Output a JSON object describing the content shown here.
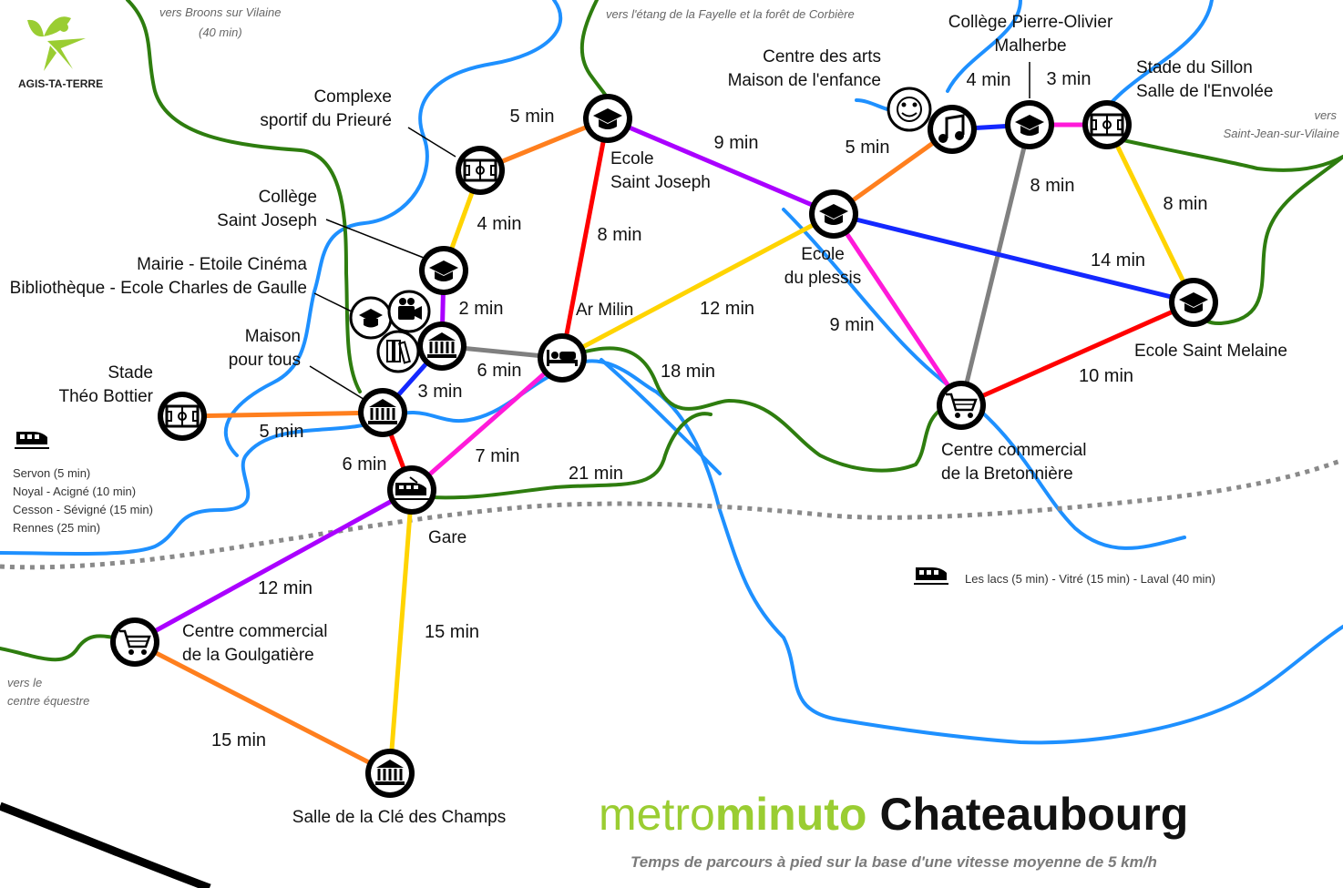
{
  "logo": {
    "text": "AGIS-TA-TERRE"
  },
  "title": {
    "metro": "metro",
    "minuto": "minuto",
    "city": "Chateaubourg"
  },
  "subtitle": "Temps de parcours à pied sur la base d'une vitesse moyenne de 5 km/h",
  "colors": {
    "red": "#ff0000",
    "orange": "#ff7f1e",
    "yellow": "#ffd400",
    "purple": "#aa00ff",
    "magenta": "#ff1ad9",
    "blue": "#1428ff",
    "grey": "#808080",
    "river": "#1e90ff",
    "greenway": "#2e7d0f",
    "railway": "#8a8a8a"
  },
  "directions": {
    "broons": [
      "vers Broons sur Vilaine",
      "(40 min)"
    ],
    "fayelle": "vers l'étang de la Fayelle et la forêt de Corbière",
    "saint_jean": [
      "vers",
      "Saint-Jean-sur-Vilaine"
    ],
    "equestre": [
      "vers le",
      "centre équestre"
    ]
  },
  "train_left": [
    "Servon (5 min)",
    "Noyal - Acigné (10 min)",
    "Cesson - Sévigné (15 min)",
    "Rennes (25 min)"
  ],
  "train_right": "Les lacs (5 min) - Vitré (15 min) - Laval (40 min)",
  "stations": {
    "prieure": {
      "icon": "stadium-icon",
      "lines": [
        "Complexe",
        "sportif du Prieuré"
      ]
    },
    "saint_joseph_college": {
      "icon": "graduation-cap-icon",
      "lines": [
        "Collège",
        "Saint Joseph"
      ]
    },
    "mairie": {
      "icon": "town-hall-icon",
      "lines": [
        "Mairie - Etoile Cinéma",
        "Bibliothèque - Ecole Charles de Gaulle"
      ]
    },
    "maison": {
      "icon": "town-hall-icon",
      "lines": [
        "Maison",
        "pour tous"
      ]
    },
    "theo": {
      "icon": "stadium-icon",
      "lines": [
        "Stade",
        "Théo Bottier"
      ]
    },
    "gare": {
      "icon": "train-icon",
      "lines": [
        "Gare"
      ]
    },
    "ecole_sj": {
      "icon": "graduation-cap-icon",
      "lines": [
        "Ecole",
        "Saint Joseph"
      ]
    },
    "ar_milin": {
      "icon": "bed-icon",
      "lines": [
        "Ar Milin"
      ]
    },
    "plessis": {
      "icon": "graduation-cap-icon",
      "lines": [
        "Ecole",
        "du plessis"
      ]
    },
    "arts": {
      "icon": "music-note-icon",
      "lines": [
        "Centre des arts",
        "Maison de l'enfance"
      ]
    },
    "malherbe": {
      "icon": "graduation-cap-icon",
      "lines": [
        "Collège Pierre-Olivier",
        "Malherbe"
      ]
    },
    "sillon": {
      "icon": "stadium-icon",
      "lines": [
        "Stade du Sillon",
        "Salle de l'Envolée"
      ]
    },
    "melaine": {
      "icon": "graduation-cap-icon",
      "lines": [
        "Ecole Saint Melaine"
      ]
    },
    "bretonniere": {
      "icon": "shopping-cart-icon",
      "lines": [
        "Centre commercial",
        "de la Bretonnière"
      ]
    },
    "goulgatiere": {
      "icon": "shopping-cart-icon",
      "lines": [
        "Centre commercial",
        "de la Goulgatière"
      ]
    },
    "cle_champs": {
      "icon": "town-hall-icon",
      "lines": [
        "Salle de la Clé des Champs"
      ]
    }
  },
  "segments": [
    {
      "from": "prieure",
      "to": "ecole_sj",
      "color": "orange",
      "duration": "5 min"
    },
    {
      "from": "prieure",
      "to": "saint_joseph_college",
      "color": "yellow",
      "duration": "4 min"
    },
    {
      "from": "saint_joseph_college",
      "to": "mairie",
      "color": "purple",
      "duration": "2 min"
    },
    {
      "from": "mairie",
      "to": "ar_milin",
      "color": "grey",
      "duration": "6 min"
    },
    {
      "from": "mairie",
      "to": "maison",
      "color": "blue",
      "duration": "3 min"
    },
    {
      "from": "theo",
      "to": "maison",
      "color": "orange",
      "duration": "5 min"
    },
    {
      "from": "maison",
      "to": "gare",
      "color": "red",
      "duration": "6 min"
    },
    {
      "from": "gare",
      "to": "ar_milin",
      "color": "magenta",
      "duration": "7 min"
    },
    {
      "from": "ecole_sj",
      "to": "ar_milin",
      "color": "red",
      "duration": "8 min"
    },
    {
      "from": "ar_milin",
      "to": "plessis",
      "color": "yellow",
      "duration": "12 min"
    },
    {
      "from": "ecole_sj",
      "to": "plessis",
      "color": "purple",
      "duration": "9 min"
    },
    {
      "from": "plessis",
      "to": "arts",
      "color": "orange",
      "duration": "5 min"
    },
    {
      "from": "arts",
      "to": "malherbe",
      "color": "blue",
      "duration": "4 min"
    },
    {
      "from": "malherbe",
      "to": "sillon",
      "color": "magenta",
      "duration": "3 min"
    },
    {
      "from": "malherbe",
      "to": "bretonniere",
      "color": "grey",
      "duration": "8 min"
    },
    {
      "from": "sillon",
      "to": "melaine",
      "color": "yellow",
      "duration": "8 min"
    },
    {
      "from": "plessis",
      "to": "melaine",
      "color": "blue",
      "duration": "14 min"
    },
    {
      "from": "plessis",
      "to": "bretonniere",
      "color": "magenta",
      "duration": "9 min"
    },
    {
      "from": "bretonniere",
      "to": "melaine",
      "color": "red",
      "duration": "10 min"
    },
    {
      "from": "gare",
      "to": "goulgatiere",
      "color": "purple",
      "duration": "12 min"
    },
    {
      "from": "gare",
      "to": "cle_champs",
      "color": "yellow",
      "duration": "15 min"
    },
    {
      "from": "goulgatiere",
      "to": "cle_champs",
      "color": "orange",
      "duration": "15 min"
    }
  ],
  "greenway_durations": {
    "ar_milin_bretonniere": "18 min",
    "gare_ar_milin": "21 min"
  }
}
